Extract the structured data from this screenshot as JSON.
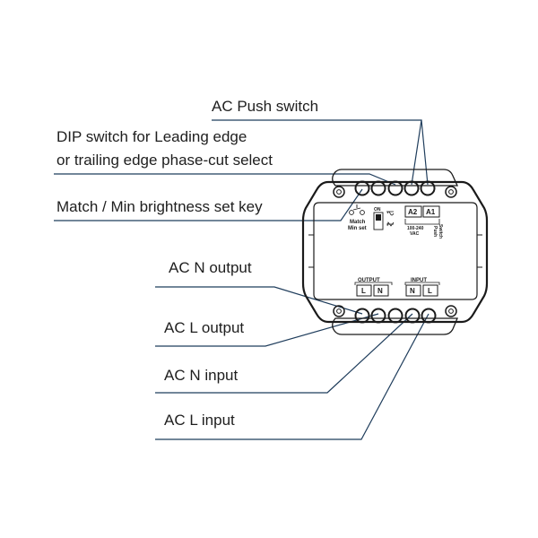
{
  "callouts": {
    "push_switch": "AC Push switch",
    "dip_line1": "DIP switch for Leading edge",
    "dip_line2": "or trailing edge phase-cut select",
    "match_key": "Match / Min brightness set key",
    "ac_n_output": "AC N output",
    "ac_l_output": "AC L output",
    "ac_n_input": "AC N input",
    "ac_l_input": "AC L input"
  },
  "device": {
    "match_label": "Match",
    "min_set_label": "Min set",
    "dip_on_label": "ON",
    "a2_label": "A2",
    "a1_label": "A1",
    "voltage_line1": "100-240",
    "voltage_line2": "VAC",
    "push_line1": "Push",
    "push_line2": "Switch",
    "output_label": "OUTPUT",
    "input_label": "INPUT",
    "output_terms": [
      "L",
      "N"
    ],
    "input_terms": [
      "N",
      "L"
    ]
  },
  "colors": {
    "leader": "#1f3d5c",
    "outline": "#1a1a1a"
  }
}
